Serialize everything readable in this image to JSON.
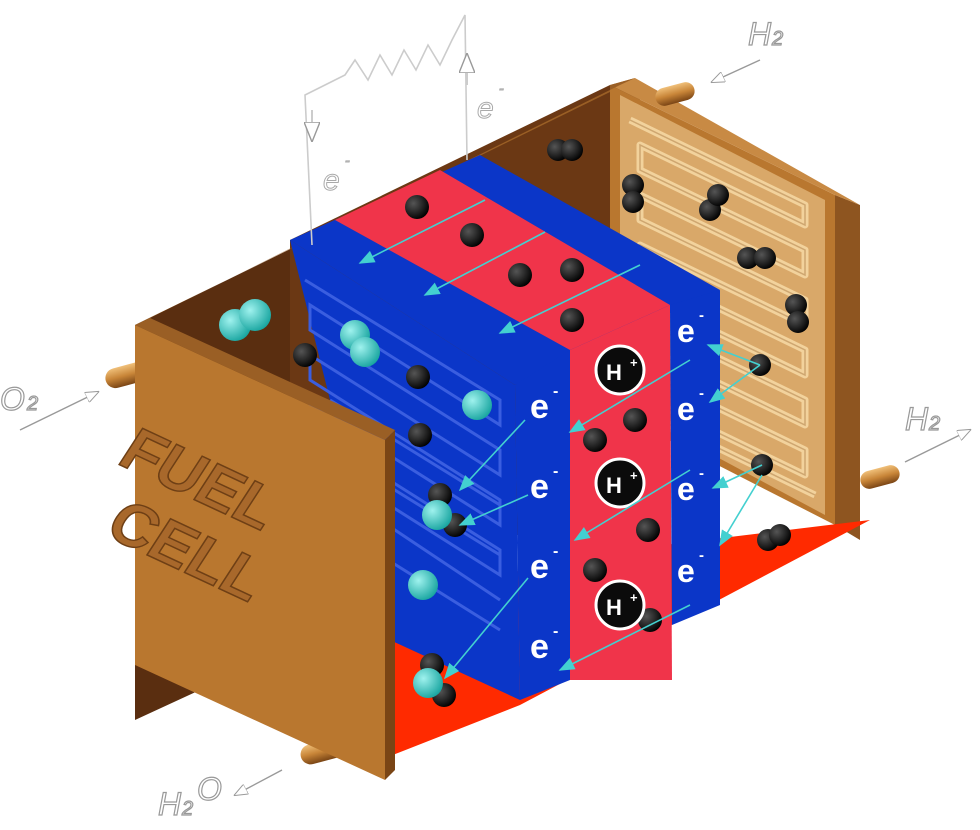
{
  "case": {
    "title_line1": "FUEL",
    "title_line2": "CELL"
  },
  "labels": {
    "h2_in": "H",
    "h2_in_sub": "2",
    "h2_out": "H",
    "h2_out_sub": "2",
    "o2_in": "O",
    "o2_in_sub": "2",
    "h2o_out": "H",
    "h2o_out_sub": "2",
    "h2o_out_o": "O",
    "electron": "e",
    "electron_sign": "-",
    "proton": "H",
    "proton_sign": "+"
  },
  "colors": {
    "case": "#b9772f",
    "case_dark": "#8e5520",
    "case_inner": "#5a2e10",
    "anode_plate": "#d2a05a",
    "blue": "#0b36c8",
    "red_membrane": "#f0344a",
    "floor_red": "#ff2a00",
    "oxygen": "#3ec6c0",
    "hydrogen": "#0b0b0b",
    "arrow": "#43d0d0"
  }
}
